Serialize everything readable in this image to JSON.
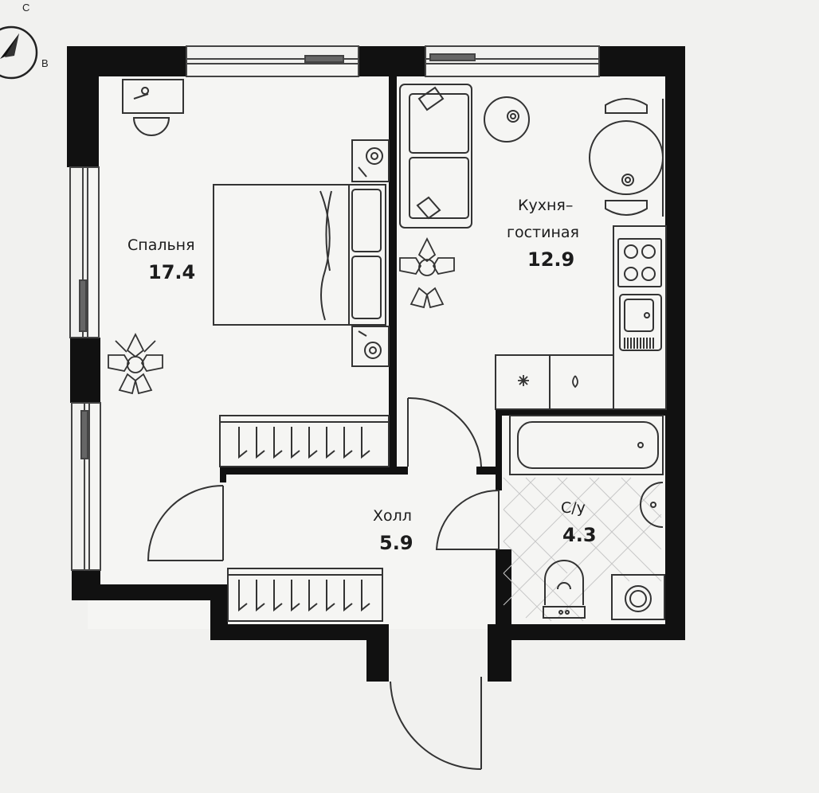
{
  "compass": {
    "north_letter": "С",
    "east_letter": "В"
  },
  "rooms": {
    "bedroom": {
      "name": "Спальня",
      "area": "17.4"
    },
    "kitchen_living": {
      "name_line1": "Кухня–",
      "name_line2": "гостиная",
      "area": "12.9"
    },
    "hall": {
      "name": "Холл",
      "area": "5.9"
    },
    "bathroom": {
      "name": "С/у",
      "area": "4.3"
    }
  },
  "colors": {
    "wall": "#111111",
    "line": "#333333",
    "background": "#f1f1ef",
    "floor": "#f4f4f2"
  },
  "icons": {
    "compass": "compass-icon",
    "bed": "double-bed-icon",
    "sofa": "sofa-icon",
    "table": "dining-table-icon",
    "stove": "cooktop-icon",
    "sink": "kitchen-sink-icon",
    "bath": "bathtub-icon",
    "toilet": "toilet-icon",
    "washer": "washing-machine-icon",
    "plant": "plant-icon",
    "wardrobe": "wardrobe-icon"
  }
}
